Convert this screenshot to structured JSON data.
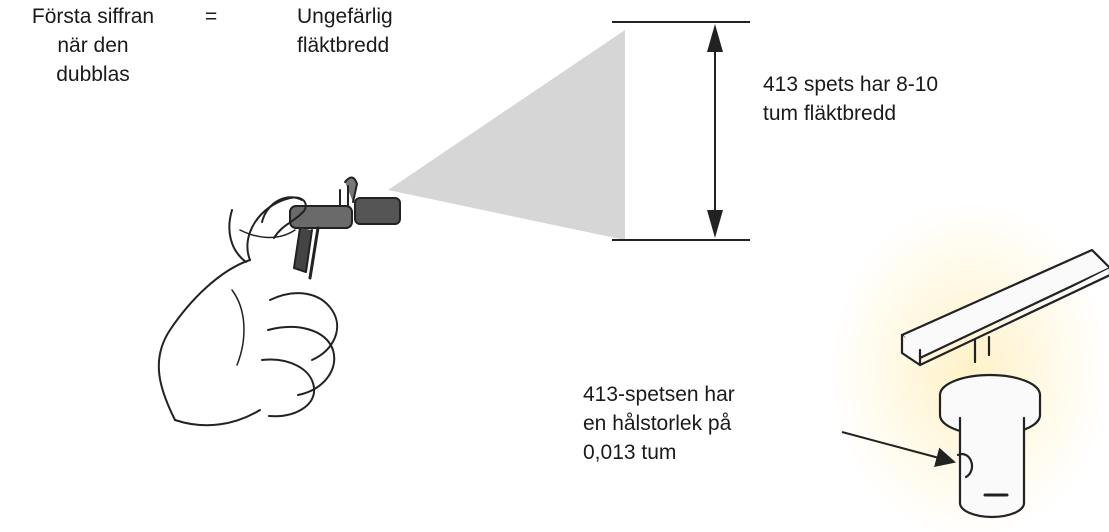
{
  "labels": {
    "first_digit": "Första siffran\nnär den\ndubblas",
    "equals": "=",
    "approx_fan": "Ungefärlig\nfläktbredd",
    "fan_width_note": "413 spets har 8-10\ntum fläktbredd",
    "orifice_note": "413-spetsen har\nen hålstorlek på\n0,013 tum"
  },
  "colors": {
    "spray_fan": "#d6d6d6",
    "line": "#222222",
    "tip_glow": "#fff6d6"
  },
  "icons": {
    "gun": "spray-gun-icon",
    "tip": "spray-tip-icon"
  }
}
